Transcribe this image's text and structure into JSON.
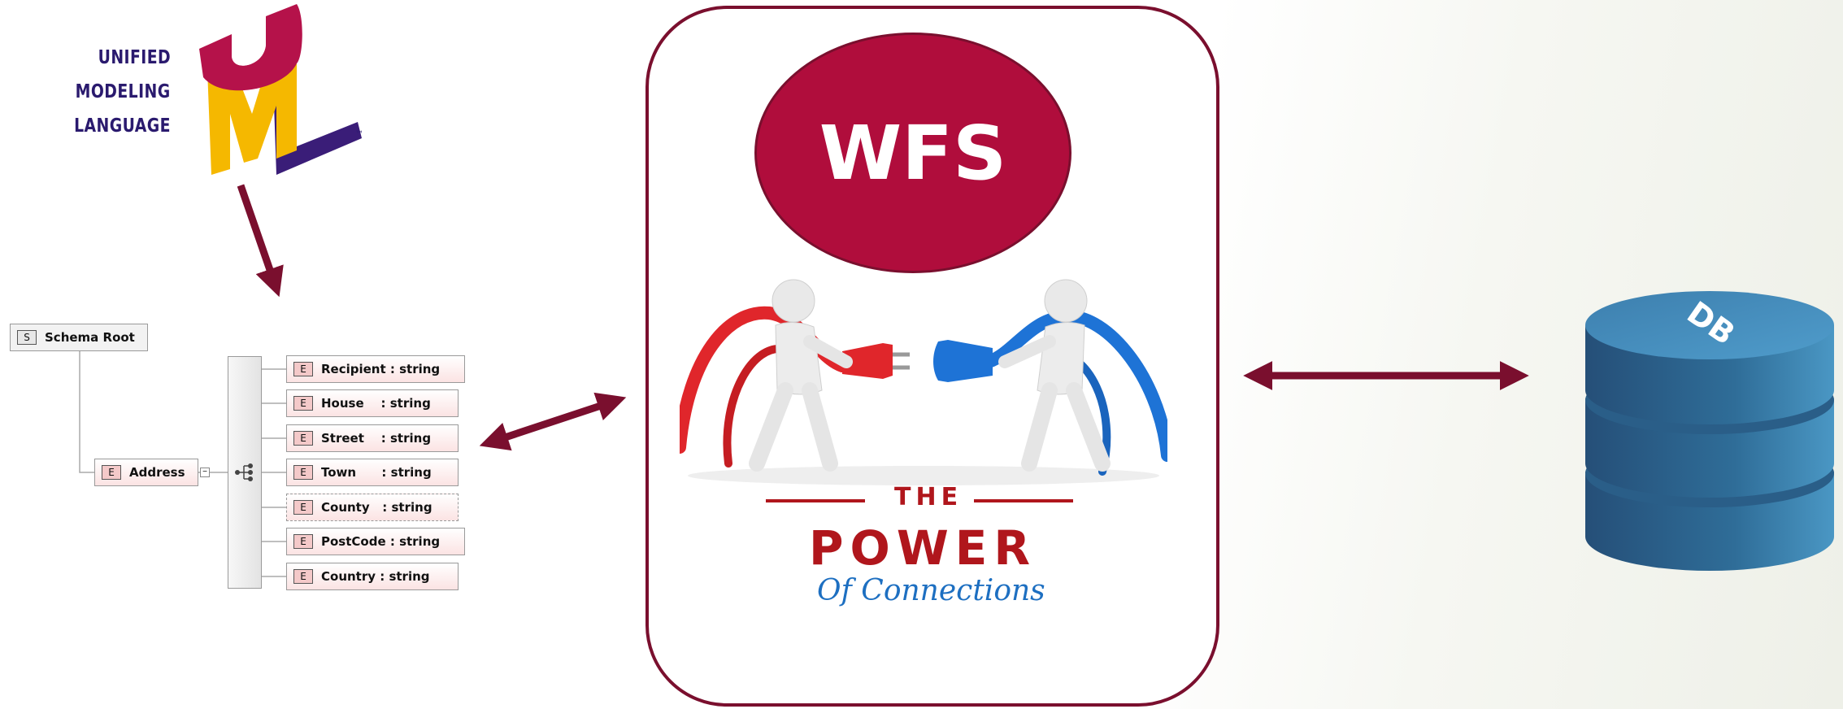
{
  "uml_logo": {
    "lines": [
      "UNIFIED",
      "MODELING",
      "LANGUAGE"
    ],
    "trademark": "™",
    "colors": {
      "u": "#b5124a",
      "m": "#f5b800",
      "l": "#3a1d78",
      "text": "#2a1a6e"
    }
  },
  "schema": {
    "root_tag": "S",
    "root_label": "Schema Root",
    "address_tag": "E",
    "address_label": "Address",
    "elements": [
      {
        "tag": "E",
        "label": "Recipient : string"
      },
      {
        "tag": "E",
        "label": "House    : string"
      },
      {
        "tag": "E",
        "label": "Street    : string"
      },
      {
        "tag": "E",
        "label": "Town      : string"
      },
      {
        "tag": "E",
        "label": "County   : string",
        "optional": true
      },
      {
        "tag": "E",
        "label": "PostCode : string"
      },
      {
        "tag": "E",
        "label": "Country : string"
      }
    ]
  },
  "wfs": {
    "label": "WFS",
    "the": "THE",
    "power": "POWER",
    "connections": "Of Connections",
    "colors": {
      "panel_border": "#7a0f2e",
      "ellipse": "#b00d3c",
      "red_plug": "#e0262b",
      "blue_plug": "#1e73d6"
    }
  },
  "database": {
    "label": "DB",
    "colors": {
      "body": "#2f6d98",
      "top": "#3f86b4"
    }
  },
  "arrows": {
    "color": "#7a0f2e"
  }
}
